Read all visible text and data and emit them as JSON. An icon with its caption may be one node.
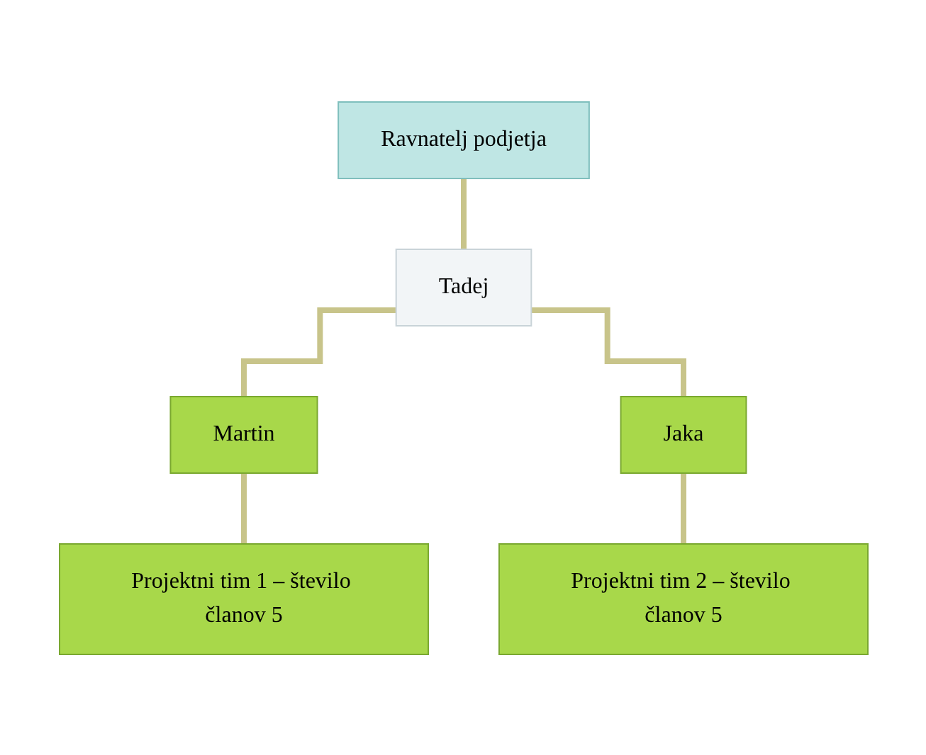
{
  "diagram": {
    "nodes": [
      {
        "text": [
          "Ravnatelj podjetja"
        ]
      },
      {
        "text": [
          "Tadej"
        ]
      },
      {
        "text": [
          "Martin"
        ]
      },
      {
        "text": [
          "Jaka"
        ]
      },
      {
        "text": [
          "Projektni tim 1 – število članov 5"
        ]
      },
      {
        "text": [
          "Projektni tim 2 – število članov 5"
        ]
      }
    ],
    "edges": [
      {
        "from": 0,
        "to": 1,
        "arrow": "none"
      },
      {
        "from": 1,
        "to": 2,
        "arrow": "none"
      },
      {
        "from": 1,
        "to": 3,
        "arrow": "none"
      },
      {
        "from": 2,
        "to": 4,
        "arrow": "none"
      },
      {
        "from": 3,
        "to": 5,
        "arrow": "none"
      }
    ]
  }
}
